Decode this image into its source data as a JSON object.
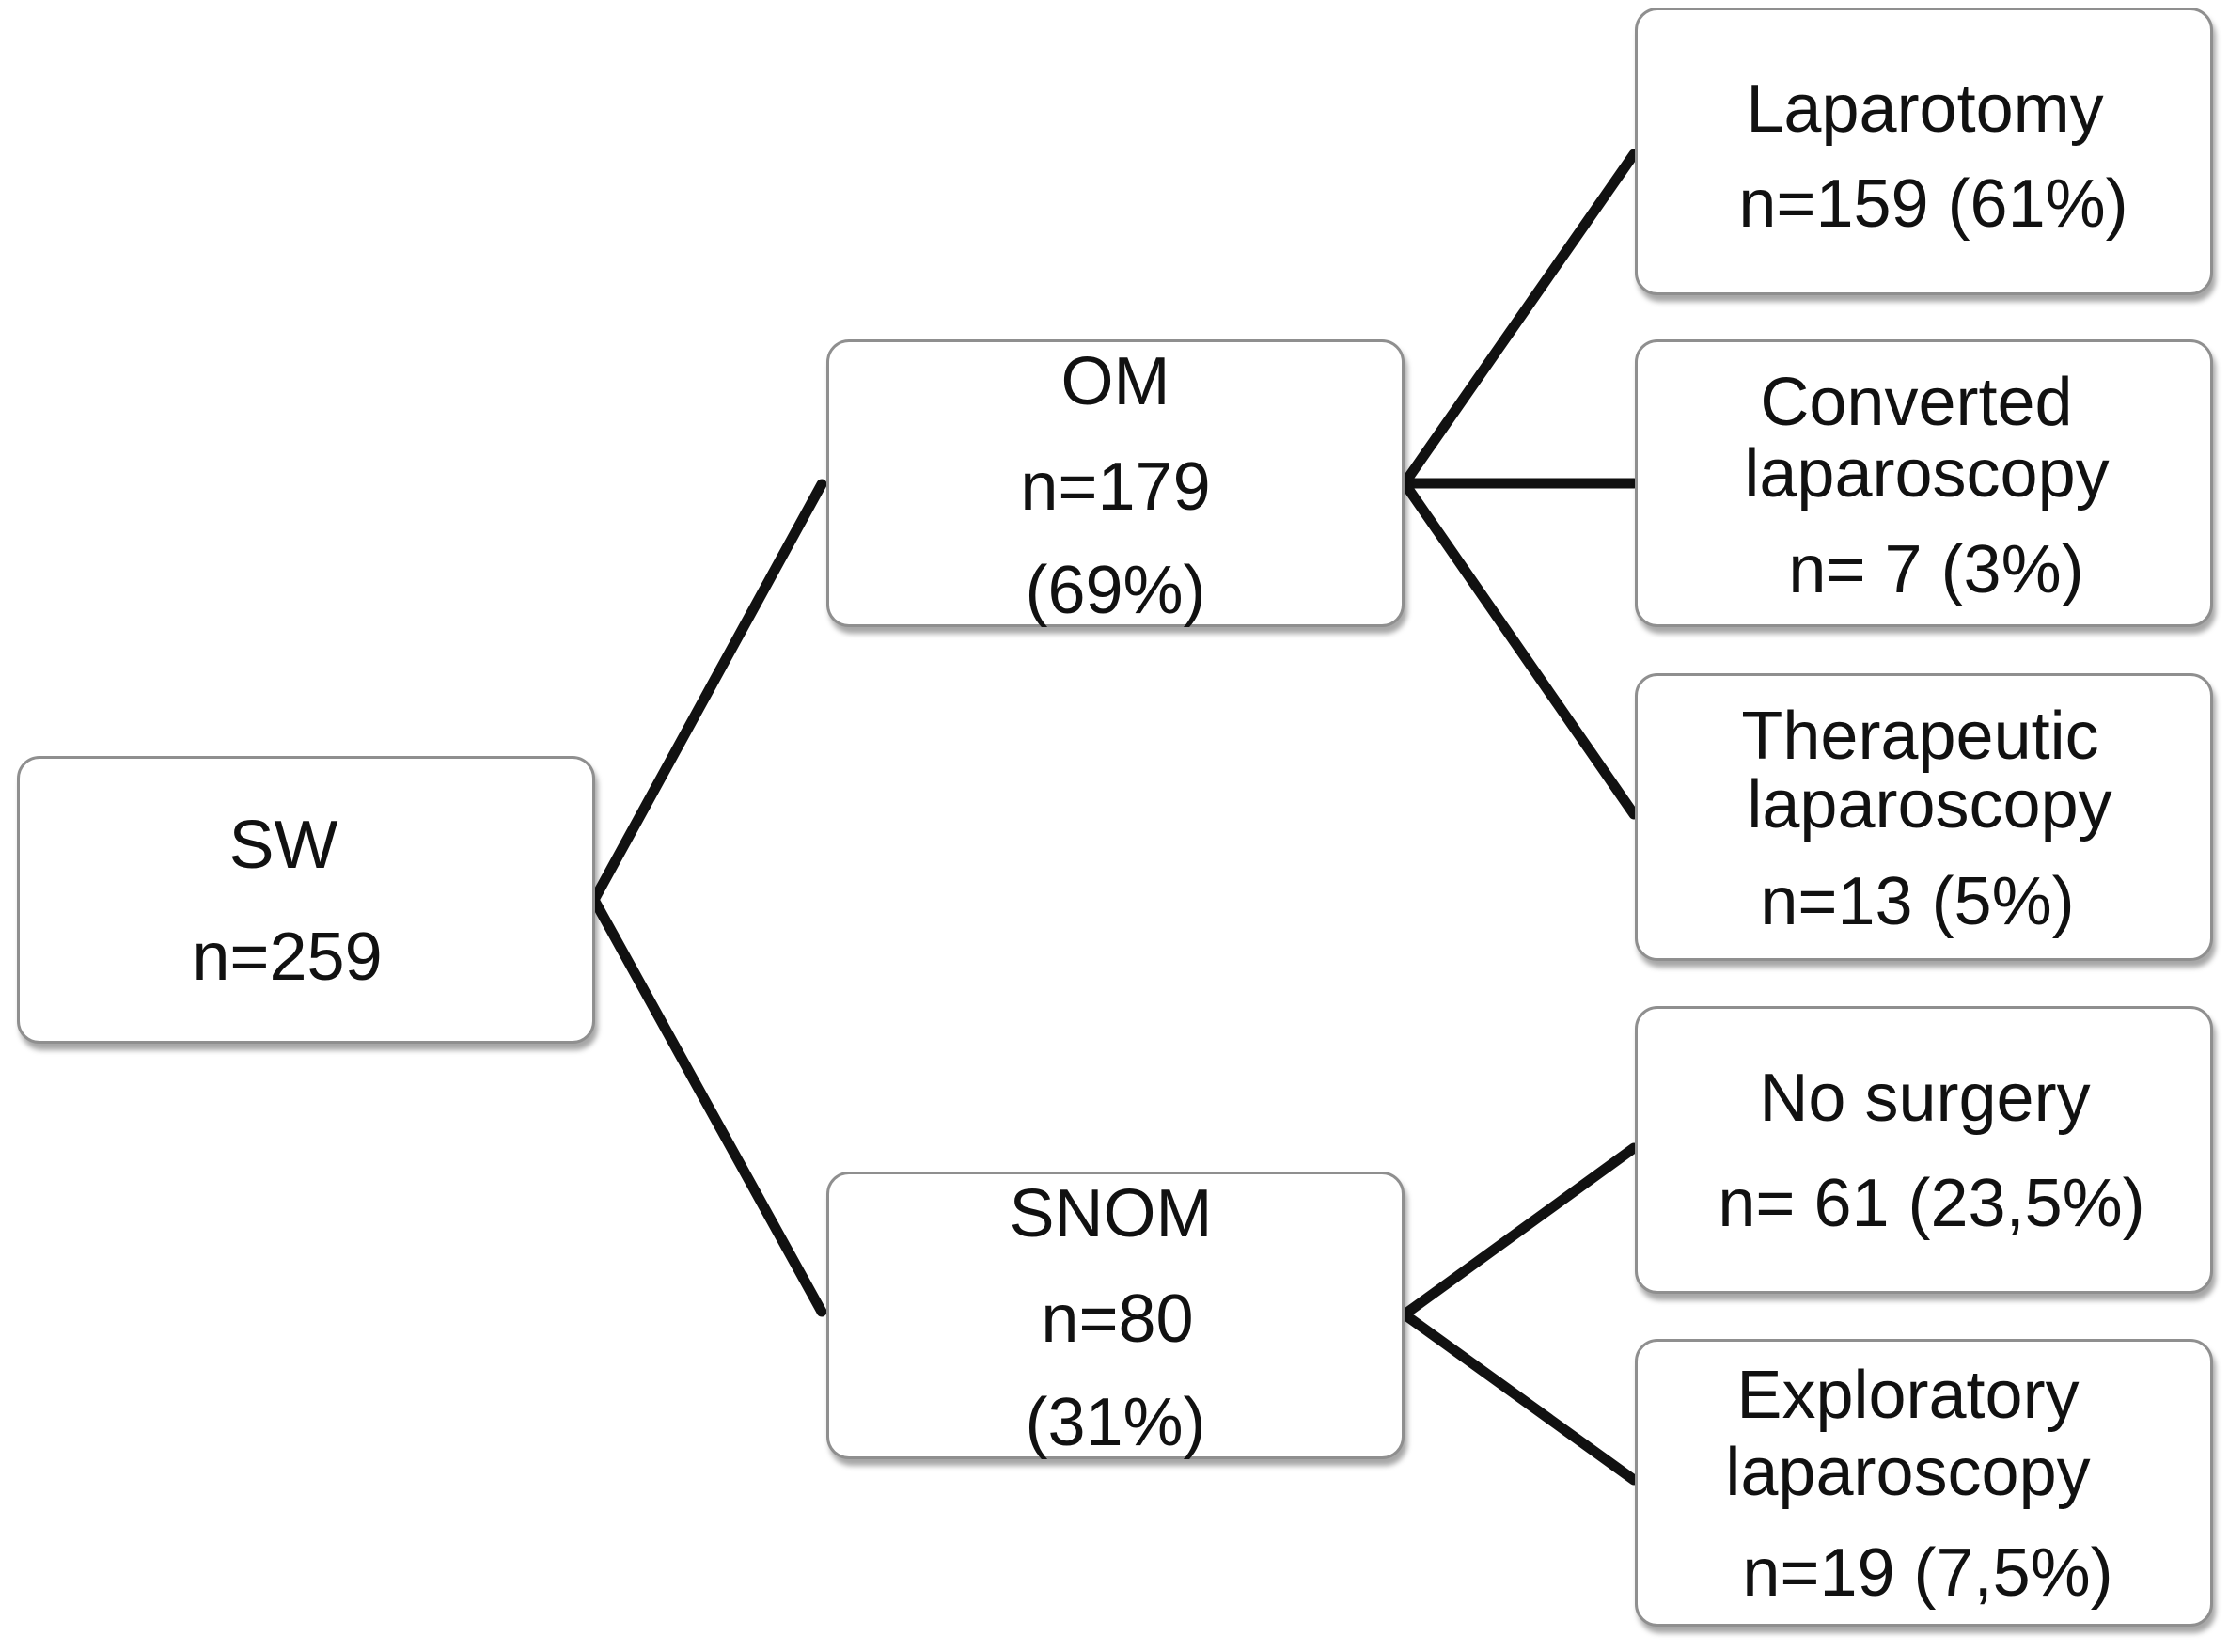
{
  "nodes": {
    "sw": {
      "lines": [
        "SW",
        "n=259"
      ]
    },
    "om": {
      "lines": [
        "OM",
        "n=179",
        "(69%)"
      ]
    },
    "snom": {
      "lines": [
        "SNOM",
        "n=80",
        "(31%)"
      ]
    },
    "laparotomy": {
      "lines": [
        "Laparotomy",
        "n=159 (61%)"
      ]
    },
    "converted_laparoscopy": {
      "lines": [
        "Converted",
        "laparoscopy",
        "n= 7 (3%)"
      ]
    },
    "therapeutic_laparoscopy": {
      "lines": [
        "Therapeutic",
        "laparoscopy",
        "n=13 (5%)"
      ]
    },
    "no_surgery": {
      "lines": [
        "No surgery",
        "n= 61 (23,5%)"
      ]
    },
    "exploratory_laparoscopy": {
      "lines": [
        "Exploratory",
        "laparoscopy",
        "n=19 (7,5%)"
      ]
    }
  },
  "edges": [
    {
      "from": "sw",
      "to": "om"
    },
    {
      "from": "sw",
      "to": "snom"
    },
    {
      "from": "om",
      "to": "laparotomy"
    },
    {
      "from": "om",
      "to": "converted_laparoscopy"
    },
    {
      "from": "om",
      "to": "therapeutic_laparoscopy"
    },
    {
      "from": "snom",
      "to": "no_surgery"
    },
    {
      "from": "snom",
      "to": "exploratory_laparoscopy"
    }
  ],
  "colors": {
    "connector": "#111111",
    "box_border": "#8f8f8f",
    "box_fill": "#ffffff",
    "text": "#111111"
  }
}
